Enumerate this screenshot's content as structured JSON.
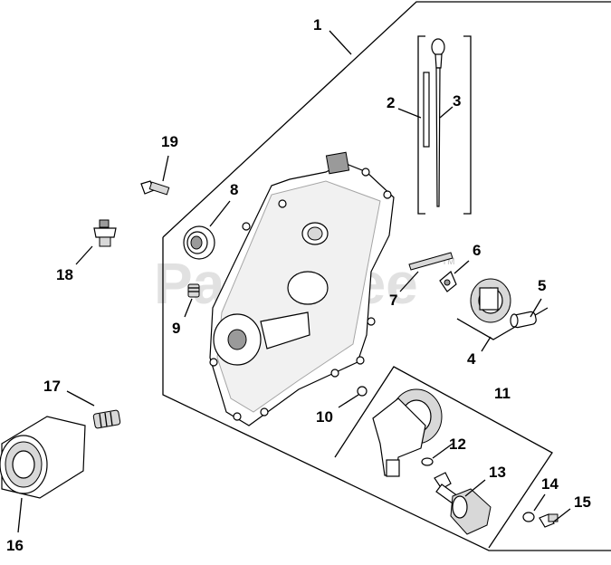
{
  "watermark": {
    "text": "PartsTree",
    "trademark": "TM"
  },
  "callouts": {
    "c1": "1",
    "c2": "2",
    "c3": "3",
    "c4": "4",
    "c5": "5",
    "c6": "6",
    "c7": "7",
    "c8": "8",
    "c9": "9",
    "c10": "10",
    "c11": "11",
    "c12": "12",
    "c13": "13",
    "c14": "14",
    "c15": "15",
    "c16": "16",
    "c17": "17",
    "c18": "18",
    "c19": "19"
  }
}
